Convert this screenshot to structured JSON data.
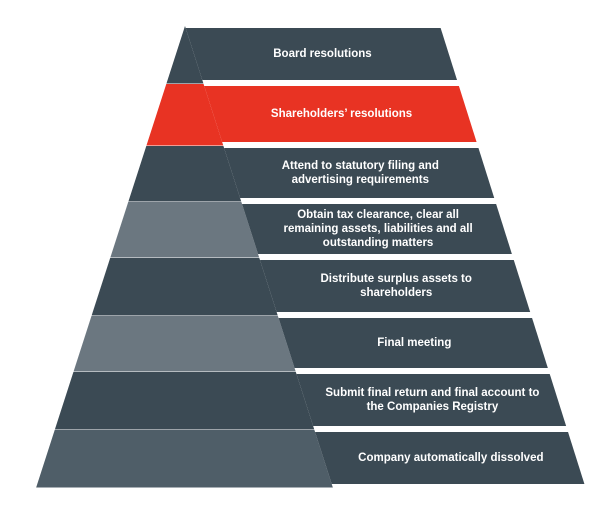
{
  "colors": {
    "dark": "#3b4a54",
    "mid": "#4f5e68",
    "light": "#6b7780",
    "highlight": "#e83323",
    "shadow": "#2c383f"
  },
  "steps": [
    {
      "label": "Board resolutions",
      "highlight": false
    },
    {
      "label": "Shareholders’ resolutions",
      "highlight": true
    },
    {
      "label": "Attend to statutory filing and advertising requirements",
      "highlight": false
    },
    {
      "label": "Obtain tax clearance, clear all remaining assets, liabilities and all outstanding matters",
      "highlight": false
    },
    {
      "label": "Distribute surplus assets to shareholders",
      "highlight": false
    },
    {
      "label": "Final meeting",
      "highlight": false
    },
    {
      "label": "Submit final return and final account to the Companies Registry",
      "highlight": false
    },
    {
      "label": "Company automatically dissolved",
      "highlight": false
    }
  ]
}
